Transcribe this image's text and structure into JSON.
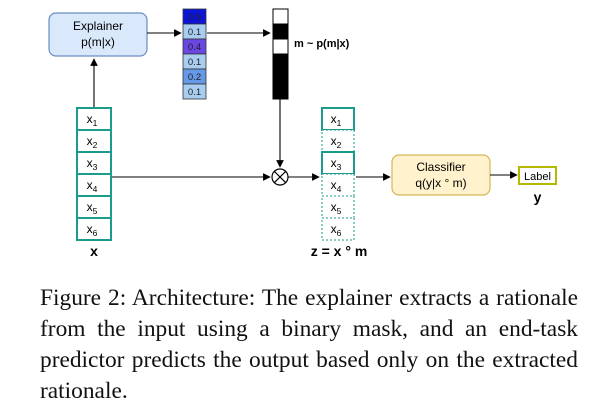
{
  "colors": {
    "explainer_fill": "#dae8fc",
    "explainer_stroke": "#6c8ebf",
    "classifier_fill": "#fff2cc",
    "classifier_stroke": "#d6b656",
    "input_stroke": "#1a9c8c",
    "label_stroke": "#b5b800",
    "arrow": "#000000"
  },
  "explainer": {
    "line1": "Explainer",
    "line2": "p(m|x)"
  },
  "probabilities": {
    "values": [
      "0.9",
      "0.1",
      "0.4",
      "0.1",
      "0.2",
      "0.1"
    ],
    "colors": [
      "#0c14d8",
      "#a9cdf0",
      "#6a46e3",
      "#a9cdf0",
      "#6599e8",
      "#a9cdf0"
    ]
  },
  "mask": {
    "label": "m ~ p(m|x)",
    "values": [
      0,
      1,
      0,
      1,
      1,
      1
    ],
    "colors": [
      "#ffffff",
      "#000000",
      "#ffffff",
      "#000000",
      "#000000",
      "#000000"
    ]
  },
  "input": {
    "items": [
      {
        "base": "x",
        "sub": "1"
      },
      {
        "base": "x",
        "sub": "2"
      },
      {
        "base": "x",
        "sub": "3"
      },
      {
        "base": "x",
        "sub": "4"
      },
      {
        "base": "x",
        "sub": "5"
      },
      {
        "base": "x",
        "sub": "6"
      }
    ],
    "label": "x"
  },
  "rationale": {
    "items": [
      {
        "base": "x",
        "sub": "1",
        "selected": true
      },
      {
        "base": "x",
        "sub": "2",
        "selected": false
      },
      {
        "base": "x",
        "sub": "3",
        "selected": true
      },
      {
        "base": "x",
        "sub": "4",
        "selected": false
      },
      {
        "base": "x",
        "sub": "5",
        "selected": false
      },
      {
        "base": "x",
        "sub": "6",
        "selected": false
      }
    ],
    "label": "z = x ° m"
  },
  "classifier": {
    "line1": "Classifier",
    "line2": "q(y|x ° m)"
  },
  "output": {
    "box_label": "Label",
    "label": "y"
  },
  "caption": "Figure 2: Architecture: The explainer extracts a rationale from the input using a binary mask, and an end-task predictor predicts the output based only on the extracted rationale."
}
